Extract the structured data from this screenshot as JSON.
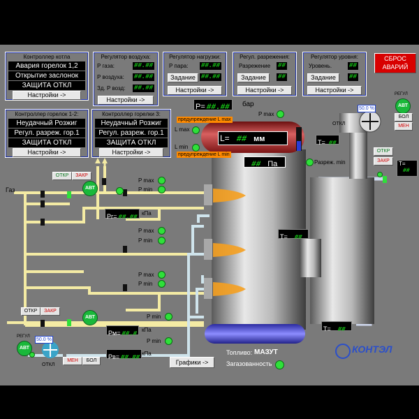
{
  "reset_button": "СБРОС АВАРИЙ",
  "boiler_ctrl": {
    "title": "Контроллер котла",
    "lines": [
      "Авария горелок 1,2",
      "Открытие заслонок",
      "ЗАЩИТА ОТКЛ"
    ],
    "settings": "Настройки ->"
  },
  "air_ctrl": {
    "title": "Регулятор воздуха:",
    "rows": [
      {
        "label": "Р газа:",
        "value": "##.##"
      },
      {
        "label": "Р воздуха:",
        "value": "##.##"
      },
      {
        "label": "Зд. Р возд:",
        "value": "##.##"
      }
    ],
    "settings": "Настройки ->"
  },
  "load_ctrl": {
    "title": "Регулятор нагрузки:",
    "row_label": "Р пара:",
    "row_value": "##.##",
    "task": "Задание",
    "task_value": "##.##",
    "settings": "Настройки ->"
  },
  "vac_ctrl": {
    "title": "Регул. разрежения:",
    "row_label": "Разрежение",
    "row_value": "##",
    "task": "Задание",
    "task_value": "##",
    "settings": "Настройки ->"
  },
  "lvl_ctrl": {
    "title": "Регулятор уровня:",
    "row_label": "Уровень.",
    "row_value": "##",
    "task": "Задание",
    "task_value": "##",
    "settings": "Настройки ->"
  },
  "burner12_ctrl": {
    "title": "Контроллер горелок 1-2:",
    "lines": [
      "Неудачный Розжиг",
      "Регул. разреж. гор.1",
      "ЗАЩИТА ОТКЛ"
    ],
    "settings": "Настройки ->"
  },
  "burner3_ctrl": {
    "title": "Контроллер горелки 3:",
    "lines": [
      "Неудачный Розжиг",
      "Регул. разреж. гор.1",
      "ЗАЩИТА ОТКЛ"
    ],
    "settings": "Настройки ->"
  },
  "drum": {
    "p_key": "P=",
    "p_value": "##.##",
    "p_unit": "бар",
    "pmax": "P max",
    "lmax": "L max",
    "lmin": "L min",
    "warn_max": "предупреждение L max",
    "warn_min": "предупреждение L min",
    "l_key": "L=",
    "l_value": "##",
    "l_unit": "мм"
  },
  "furnace": {
    "vac_value": "##",
    "vac_unit": "Па",
    "vac_min": "Разреж. min"
  },
  "gas_label": "Газ",
  "gas_valve": {
    "open": "ОТКР",
    "close": "ЗАКР",
    "mode": "АВТ"
  },
  "pressures": {
    "pmax": "P max",
    "pmin": "P min"
  },
  "pg": {
    "key": "Рг=",
    "value": "##.##",
    "unit": "кПа"
  },
  "pm": {
    "key": "Рм=",
    "value": "##.#",
    "unit": "кПа"
  },
  "pv": {
    "key": "Рв=",
    "value": "##.##",
    "unit": "кПа"
  },
  "mazut_valve": {
    "open": "ОТКР",
    "close": "ЗАКР",
    "mode": "АВТ"
  },
  "fan": {
    "label": "РЕГУЛ",
    "mode": "АВТ",
    "percent": "50.0 %",
    "state": "ОТКЛ",
    "men": "МЕН",
    "bol": "БОЛ"
  },
  "exhaust": {
    "label": "РЕГУЛ",
    "mode": "АВТ",
    "percent": "50.0 %",
    "state": "ОТКЛ",
    "bol": "БОЛ",
    "men": "МЕН"
  },
  "econ_valve": {
    "open": "ОТКР",
    "close": "ЗАКР",
    "t_key": "T=",
    "t_value": "##"
  },
  "temps": {
    "t_key": "T=",
    "t_value": "##"
  },
  "fuel": {
    "label": "Топливо:",
    "value": "МАЗУТ",
    "gas_label": "Загазованность"
  },
  "graphs_button": "Графики ->",
  "logo": "КОНТЭЛ"
}
